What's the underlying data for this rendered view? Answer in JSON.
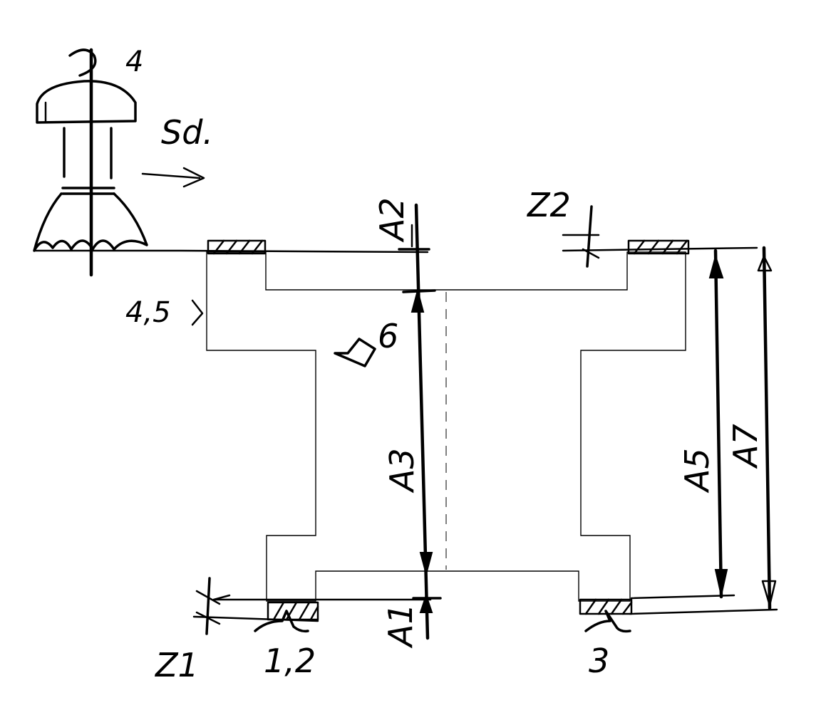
{
  "labels": {
    "spindle_number": "4",
    "tool_text": "Sd.",
    "left_flank": "4,5",
    "center_symbol": "6",
    "top_dim": "A2",
    "top_right_z": "Z2",
    "center_dim": "A3",
    "bottom_dim": "A1",
    "right_dim_inner": "A5",
    "right_dim_outer": "A7",
    "bottom_left_z": "Z1",
    "bottom_left_faces": "1,2",
    "bottom_right_face": "3"
  }
}
